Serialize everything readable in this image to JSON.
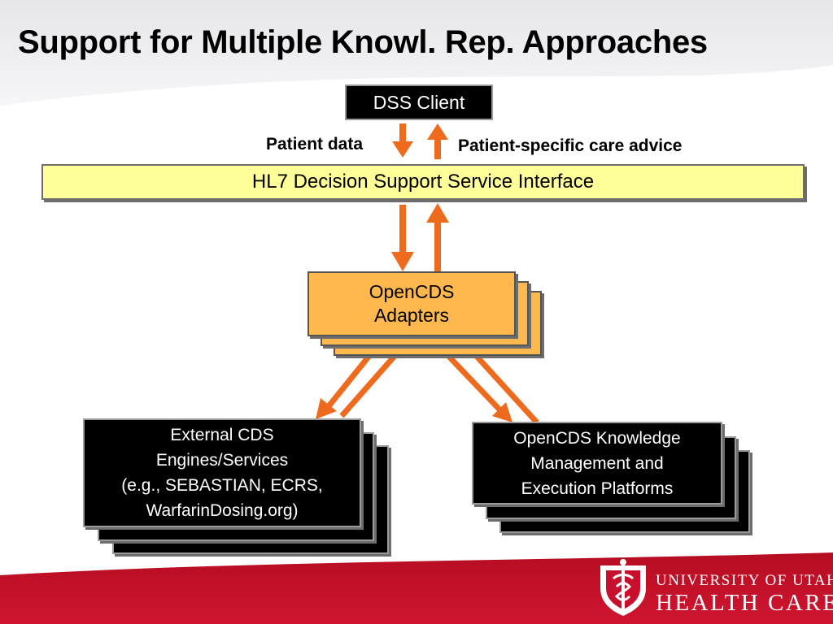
{
  "slide": {
    "title": "Support for Multiple Knowl. Rep. Approaches"
  },
  "diagram": {
    "dss_client": "DSS Client",
    "patient_data_label": "Patient data",
    "care_advice_label": "Patient-specific care advice",
    "hl7_interface": "HL7 Decision Support Service Interface",
    "adapters": {
      "line1": "OpenCDS",
      "line2": "Adapters"
    },
    "external_engines": {
      "line1": "External CDS",
      "line2": "Engines/Services",
      "line3": "(e.g., SEBASTIAN, ECRS,",
      "line4": "WarfarinDosing.org)"
    },
    "knowledge_platforms": {
      "line1": "OpenCDS Knowledge",
      "line2": "Management and",
      "line3": "Execution Platforms"
    }
  },
  "footer": {
    "logo_line1": "UNIVERSITY OF UTAH",
    "logo_line2": "HEALTH CARE",
    "logo_icon": "caduceus-shield-icon"
  },
  "colors": {
    "arrow": "#ee6a1c",
    "interface_fill": "#ffff99",
    "adapter_fill": "#ffb84d",
    "footer_red": "#c8102e"
  }
}
